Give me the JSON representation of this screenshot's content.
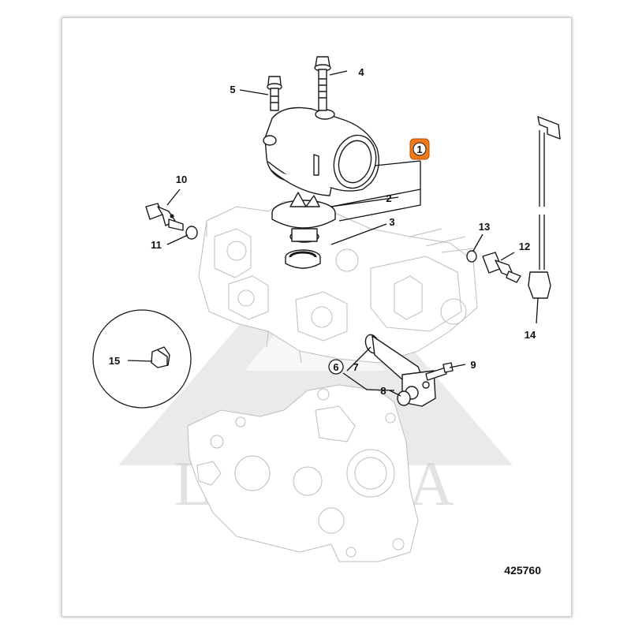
{
  "watermark": {
    "text": "LYPAIRA"
  },
  "diagram": {
    "reference_number": "425760",
    "highlight_color": "#f07a1a",
    "callouts": [
      {
        "id": "1",
        "label": "1",
        "highlighted": true
      },
      {
        "id": "2",
        "label": "2"
      },
      {
        "id": "3",
        "label": "3"
      },
      {
        "id": "4",
        "label": "4"
      },
      {
        "id": "5",
        "label": "5"
      },
      {
        "id": "6",
        "label": "6",
        "circled": true
      },
      {
        "id": "7",
        "label": "7"
      },
      {
        "id": "8",
        "label": "8"
      },
      {
        "id": "9",
        "label": "9"
      },
      {
        "id": "10",
        "label": "10"
      },
      {
        "id": "11",
        "label": "11"
      },
      {
        "id": "12",
        "label": "12"
      },
      {
        "id": "13",
        "label": "13"
      },
      {
        "id": "14",
        "label": "14"
      },
      {
        "id": "15",
        "label": "15"
      }
    ]
  }
}
